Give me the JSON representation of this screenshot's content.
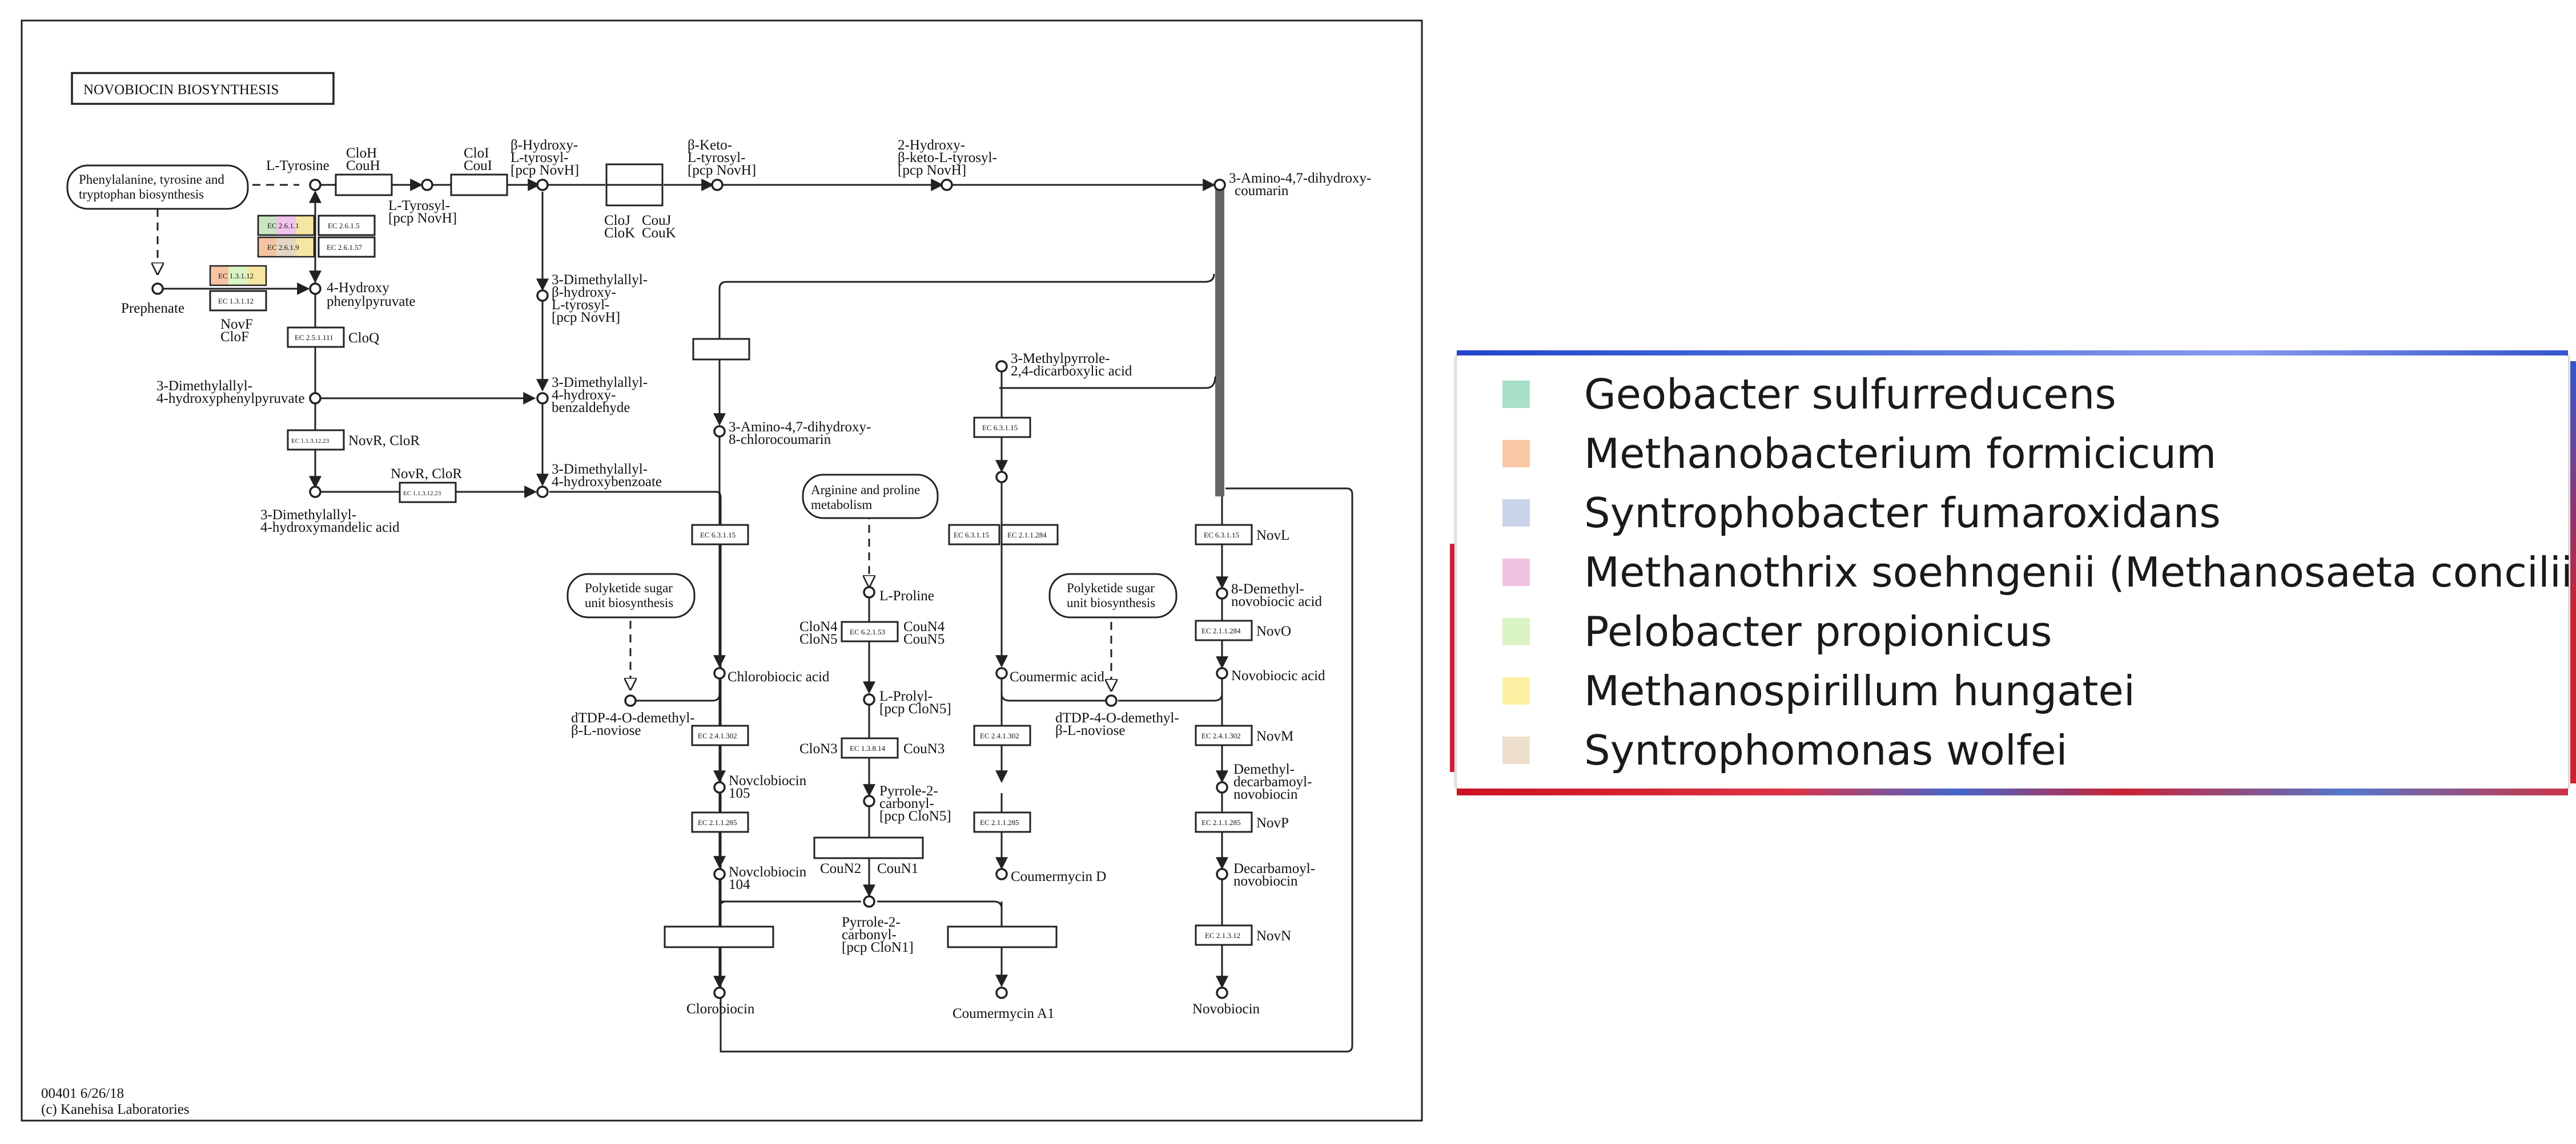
{
  "map": {
    "title": "NOVOBIOCIN BIOSYNTHESIS",
    "footer_line1": "00401 6/26/18",
    "footer_line2": "(c) Kanehisa Laboratories",
    "maps": {
      "phe_tyr_trp_1": "Phenylalanine, tyrosine and",
      "phe_tyr_trp_2": "tryptophan biosynthesis",
      "arg_pro_1": "Arginine and proline",
      "arg_pro_2": "metabolism",
      "polyketide_left_1": "Polyketide sugar",
      "polyketide_left_2": "unit biosynthesis",
      "polyketide_right_1": "Polyketide sugar",
      "polyketide_right_2": "unit biosynthesis"
    },
    "compounds": {
      "l_tyrosine": "L-Tyrosine",
      "prephenate": "Prephenate",
      "hpp_1": "4-Hydroxy",
      "hpp_2": "phenylpyruvate",
      "l_tyrosyl_1": "L-Tyrosyl-",
      "l_tyrosyl_2": "[pcp NovH]",
      "bht_1": "β-Hydroxy-",
      "bht_2": "L-tyrosyl-",
      "bht_3": "[pcp NovH]",
      "bkt_1": "β-Keto-",
      "bkt_2": "L-tyrosyl-",
      "bkt_3": "[pcp NovH]",
      "hbkt_1": "2-Hydroxy-",
      "hbkt_2": "β-keto-L-tyrosyl-",
      "hbkt_3": "[pcp NovH]",
      "adhc_1": "3-Amino-4,7-dihydroxy-",
      "adhc_2": "coumarin",
      "dmabht_1": "3-Dimethylallyl-",
      "dmabht_2": "β-hydroxy-",
      "dmabht_3": "L-tyrosyl-",
      "dmabht_4": "[pcp NovH]",
      "dmahpp_1": "3-Dimethylallyl-",
      "dmahpp_2": "4-hydroxyphenylpyruvate",
      "dmahba_1": "3-Dimethylallyl-",
      "dmahba_2": "4-hydroxy-",
      "dmahba_3": "benzaldehyde",
      "dmahbz_1": "3-Dimethylallyl-",
      "dmahbz_2": "4-hydroxybenzoate",
      "dmahma_1": "3-Dimethylallyl-",
      "dmahma_2": "4-hydroxymandelic acid",
      "adhcc_1": "3-Amino-4,7-dihydroxy-",
      "adhcc_2": "8-chlorocoumarin",
      "mpdc_1": "3-Methylpyrrole-",
      "mpdc_2": "2,4-dicarboxylic acid",
      "l_proline": "L-Proline",
      "l_prolyl_1": "L-Prolyl-",
      "l_prolyl_2": "[pcp CloN5]",
      "pyr2c_1": "Pyrrole-2-",
      "pyr2c_2": "carbonyl-",
      "pyr2c_3": "[pcp CloN5]",
      "pyr2c1_1": "Pyrrole-2-",
      "pyr2c1_2": "carbonyl-",
      "pyr2c1_3": "[pcp CloN1]",
      "chlorobiocic": "Chlorobiocic acid",
      "dtdp_left_1": "dTDP-4-O-demethyl-",
      "dtdp_left_2": "β-L-noviose",
      "novclo105_1": "Novclobiocin",
      "novclo105_2": "105",
      "novclo104_1": "Novclobiocin",
      "novclo104_2": "104",
      "clorobiocin": "Clorobiocin",
      "coumermic": "Coumermic acid",
      "dtdp_right_1": "dTDP-4-O-demethyl-",
      "dtdp_right_2": "β-L-noviose",
      "coumermycin_d": "Coumermycin D",
      "coumermycin_a1": "Coumermycin A1",
      "demethylnov_1": "8-Demethyl-",
      "demethylnov_2": "novobiocic acid",
      "novobiocic": "Novobiocic acid",
      "ddn_1": "Demethyl-",
      "ddn_2": "decarbamoyl-",
      "ddn_3": "novobiocin",
      "decarb_1": "Decarbamoyl-",
      "decarb_2": "novobiocin",
      "novobiocin": "Novobiocin"
    },
    "genes": {
      "cloh": "CloH",
      "couh": "CouH",
      "cloi": "CloI",
      "coui": "CouI",
      "cloj": "CloJ",
      "couj": "CouJ",
      "clok": "CloK",
      "couk": "CouK",
      "novf": "NovF",
      "clof": "CloF",
      "cloq": "CloQ",
      "novr_clor_1": "NovR, CloR",
      "novr_clor_2": "NovR, CloR",
      "clon4": "CloN4",
      "clon5": "CloN5",
      "coun4": "CouN4",
      "coun5": "CouN5",
      "clon3": "CloN3",
      "coun3": "CouN3",
      "coun2": "CouN2",
      "coun1": "CouN1",
      "novl": "NovL",
      "novo": "NovO",
      "novm": "NovM",
      "novp": "NovP",
      "novn": "NovN"
    },
    "ec": {
      "ec26111": "EC 2.6.1.1",
      "ec2615": "EC 2.6.1.5",
      "ec2619": "EC 2.6.1.9",
      "ec26157": "EC 2.6.1.57",
      "ec131312a": "EC 1.3.1.12",
      "ec131312b": "EC 1.3.1.12",
      "ec251111": "EC 2.5.1.111",
      "ec1113123a": "EC 1.1.3.12.23",
      "ec1113123b": "EC 1.1.3.12.23",
      "ec63115a": "EC 6.3.1.15",
      "ec63115b": "EC 6.3.1.15",
      "ec63115c": "EC 6.3.1.15",
      "ec63115d": "EC 6.3.1.15",
      "ec211284a": "EC 2.1.1.284",
      "ec211284b": "EC 2.1.1.284",
      "ec62153": "EC 6.2.1.53",
      "ec13814": "EC 1.3.8.14",
      "ec241302a": "EC 2.4.1.302",
      "ec241302b": "EC 2.4.1.302",
      "ec241302c": "EC 2.4.1.302",
      "ec211285a": "EC 2.1.1.285",
      "ec211285b": "EC 2.1.1.285",
      "ec211285c": "EC 2.1.1.285",
      "ec21312": "EC 2.1.3.12"
    }
  },
  "legend": {
    "items": [
      {
        "label": "Geobacter sulfurreducens",
        "color": "#a8e0c8"
      },
      {
        "label": "Methanobacterium formicicum",
        "color": "#f9c7a3"
      },
      {
        "label": "Syntrophobacter fumaroxidans",
        "color": "#c9d4ea"
      },
      {
        "label": "Methanothrix soehngenii (Methanosaeta concilii)",
        "color": "#f2c2e2"
      },
      {
        "label": "Pelobacter propionicus",
        "color": "#daf3c4"
      },
      {
        "label": "Methanospirillum hungatei",
        "color": "#fcf0a2"
      },
      {
        "label": "Syntrophomonas wolfei",
        "color": "#eedfcc"
      }
    ]
  }
}
